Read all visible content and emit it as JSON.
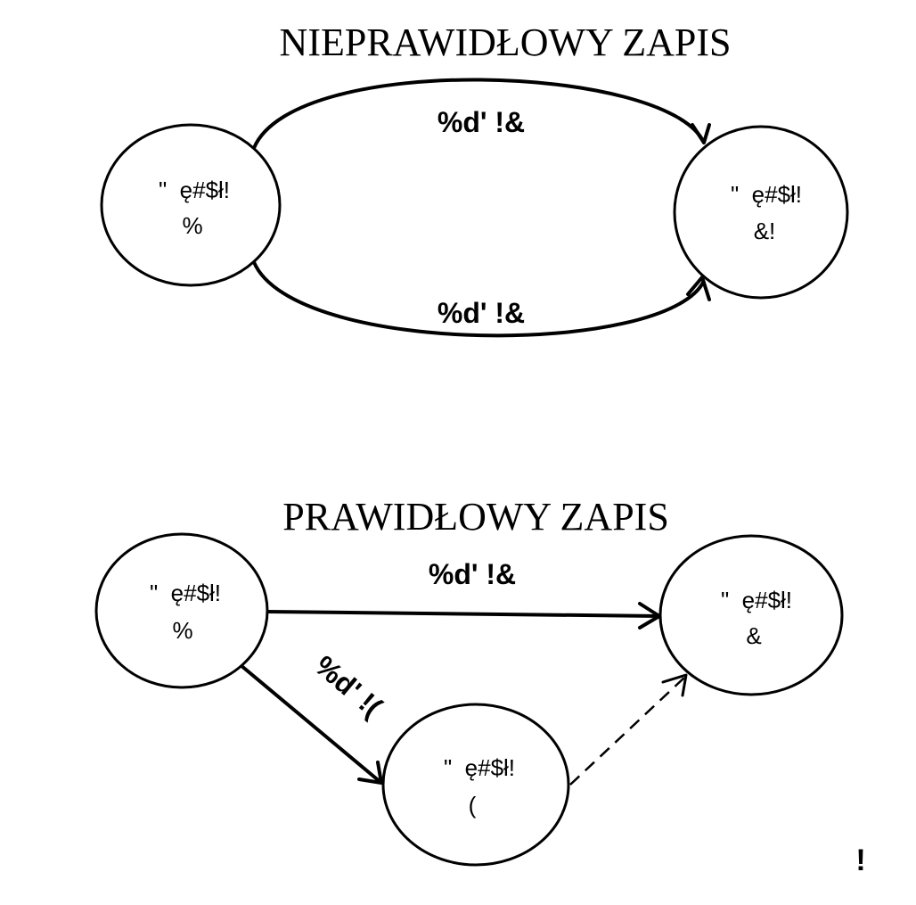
{
  "top_section": {
    "title": "NIEPRAWIDŁOWY ZAPIS",
    "left_node": {
      "line1": "\"  ę#$ł!",
      "line2": "%"
    },
    "right_node": {
      "line1": "\"  ę#$ł!",
      "line2": "&!"
    },
    "upper_edge_label": "%d' !&",
    "lower_edge_label": "%d' !&"
  },
  "bottom_section": {
    "title": "PRAWIDŁOWY ZAPIS",
    "left_node": {
      "line1": "\"  ę#$ł!",
      "line2": "%"
    },
    "right_node": {
      "line1": "\"  ę#$ł!",
      "line2": "&"
    },
    "middle_node": {
      "line1": "\"  ę#$ł!",
      "line2": "("
    },
    "straight_edge_label": "%d' !&",
    "diagonal_edge_label": "%d' !(",
    "dummy_edge_style": "dashed"
  },
  "page_mark": "!",
  "colors": {
    "stroke": "#000000",
    "background": "#ffffff"
  }
}
